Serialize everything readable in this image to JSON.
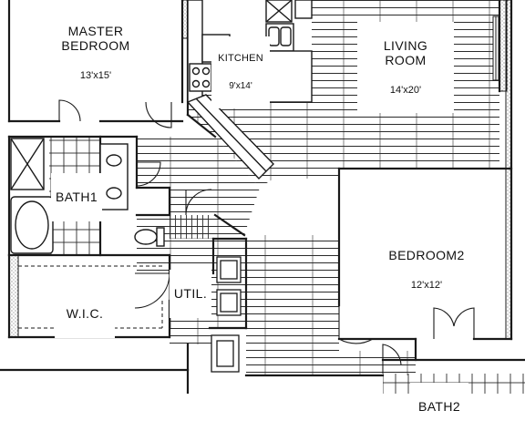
{
  "rooms": {
    "master_bedroom": {
      "name": "MASTER\nBEDROOM",
      "dim": "13'x15'"
    },
    "kitchen": {
      "name": "KITCHEN",
      "dim": "9'x14'"
    },
    "living_room": {
      "name": "LIVING\nROOM",
      "dim": "14'x20'"
    },
    "bath1": {
      "name": "BATH1"
    },
    "bedroom2": {
      "name": "BEDROOM2",
      "dim": "12'x12'"
    },
    "util": {
      "name": "UTIL."
    },
    "wic": {
      "name": "W.I.C."
    },
    "bath2": {
      "name": "BATH2"
    }
  },
  "colors": {
    "wall": "#1a1a1a",
    "hatch": "#2b2b2b",
    "background": "#ffffff"
  }
}
